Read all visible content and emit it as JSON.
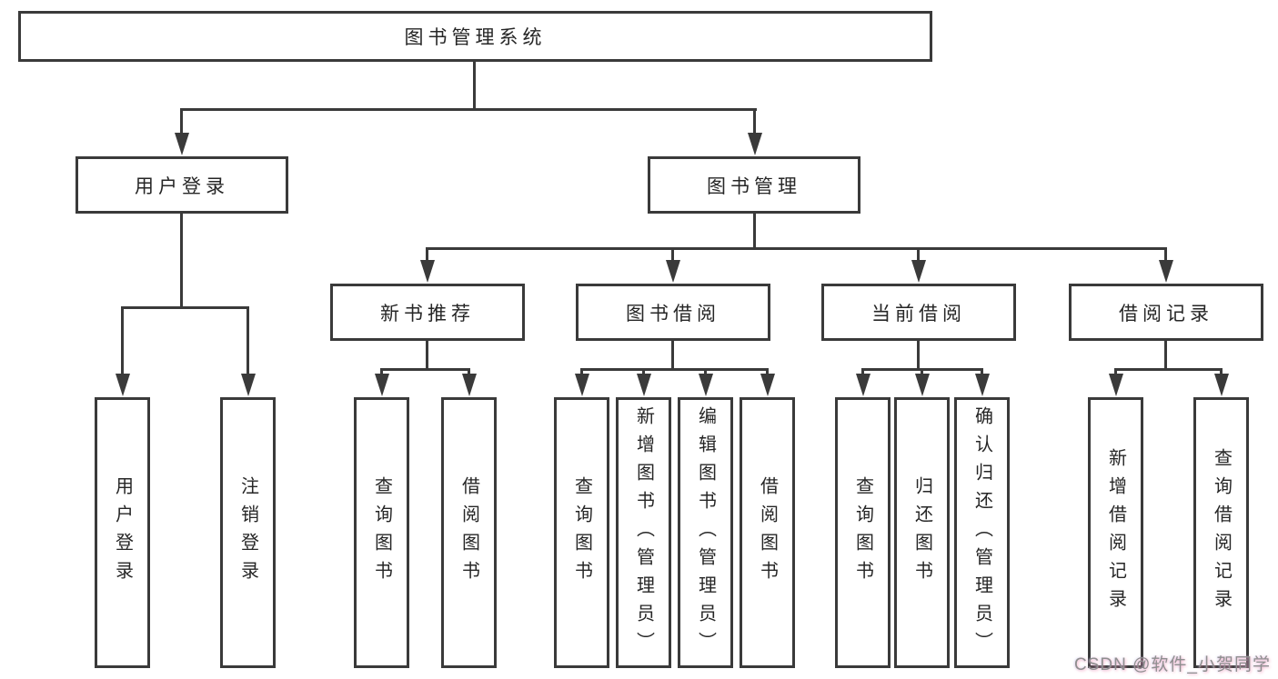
{
  "diagram": {
    "type": "hierarchy-tree",
    "root": {
      "label": "图书管理系统",
      "children": [
        {
          "label": "用户登录",
          "children": [
            {
              "label": "用户登录"
            },
            {
              "label": "注销登录"
            }
          ]
        },
        {
          "label": "图书管理",
          "children": [
            {
              "label": "新书推荐",
              "children": [
                {
                  "label": "查询图书"
                },
                {
                  "label": "借阅图书"
                }
              ]
            },
            {
              "label": "图书借阅",
              "children": [
                {
                  "label": "查询图书"
                },
                {
                  "label": "新增图书（管理员）"
                },
                {
                  "label": "编辑图书（管理员）"
                },
                {
                  "label": "借阅图书"
                }
              ]
            },
            {
              "label": "当前借阅",
              "children": [
                {
                  "label": "查询图书"
                },
                {
                  "label": "归还图书"
                },
                {
                  "label": "确认归还（管理员）"
                }
              ]
            },
            {
              "label": "借阅记录",
              "children": [
                {
                  "label": "新增借阅记录"
                },
                {
                  "label": "查询借阅记录"
                }
              ]
            }
          ]
        }
      ]
    },
    "colors": {
      "line": "#3a3a3a",
      "box_fill": "#ffffff",
      "background": "#ffffff",
      "text": "#262626",
      "watermark_text": "#8f8f8f",
      "watermark_glow": "#f48fb1"
    }
  },
  "watermark": {
    "text": "CSDN @软件_小贺同学"
  }
}
